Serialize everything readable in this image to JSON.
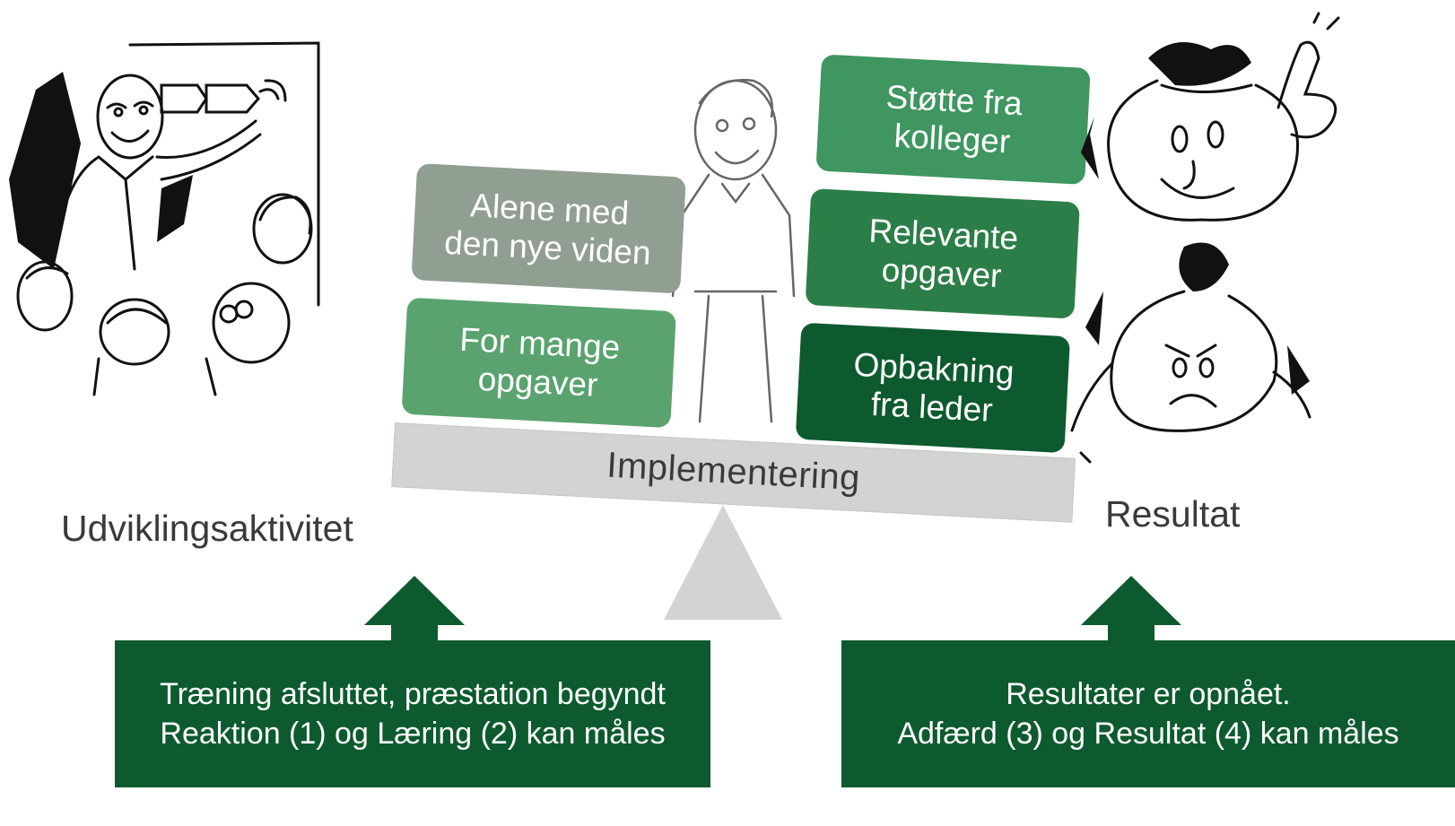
{
  "beam": {
    "label": "Implementering"
  },
  "left_boxes": [
    {
      "text": "Alene med\nden nye viden",
      "color": "#919f93"
    },
    {
      "text": "For mange\nopgaver",
      "color": "#5aa36f"
    }
  ],
  "right_boxes": [
    {
      "text": "Støtte fra\nkolleger",
      "color": "#3f9660"
    },
    {
      "text": "Relevante\nopgaver",
      "color": "#2c7e48"
    },
    {
      "text": "Opbakning\nfra leder",
      "color": "#0d5a2f"
    }
  ],
  "captions": {
    "left": "Udviklingsaktivitet",
    "right": "Resultat"
  },
  "info_boxes": {
    "left": {
      "line1": "Træning afsluttet, præstation begyndt",
      "line2": "Reaktion (1) og Læring (2) kan måles"
    },
    "right": {
      "line1": "Resultater er opnået.",
      "line2": "Adfærd (3) og Resultat (4) kan måles"
    }
  },
  "colors": {
    "dark_green": "#0d5a2f",
    "beam_gray": "#d2d4d2",
    "text_gray": "#3a3a3a"
  }
}
